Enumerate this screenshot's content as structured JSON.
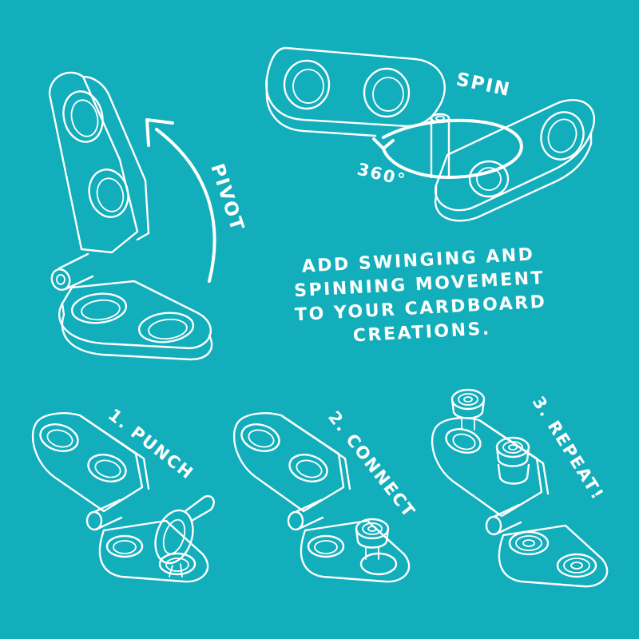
{
  "colors": {
    "background": "#12aebb",
    "line": "#ffffff"
  },
  "labels": {
    "pivot": "PIVOT",
    "spin": "SPIN",
    "degrees": "360°"
  },
  "headline": [
    "ADD SWINGING AND",
    "SPINNING MOVEMENT",
    "TO YOUR CARDBOARD",
    "CREATIONS."
  ],
  "steps": [
    {
      "label": "1. PUNCH"
    },
    {
      "label": "2. CONNECT"
    },
    {
      "label": "3. REPEAT!"
    }
  ]
}
